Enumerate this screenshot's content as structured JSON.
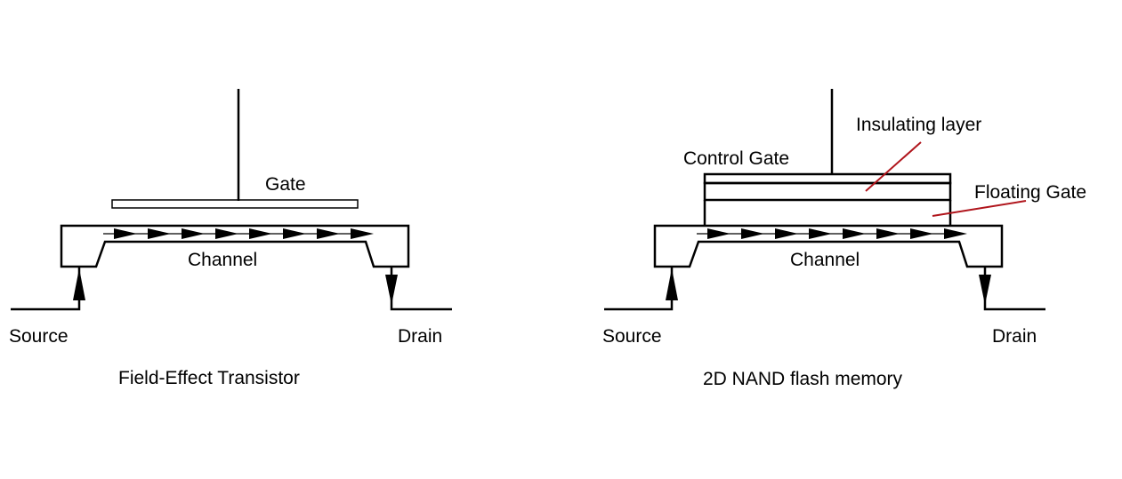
{
  "colors": {
    "line": "#000000",
    "annotation_line": "#b0151c",
    "background": "#ffffff"
  },
  "fet": {
    "title": "Field-Effect Transistor",
    "gate_label": "Gate",
    "channel_label": "Channel",
    "source_label": "Source",
    "drain_label": "Drain",
    "channel_arrow_count": 8
  },
  "nand": {
    "title": "2D NAND flash memory",
    "control_gate_label": "Control Gate",
    "insulating_layer_label": "Insulating layer",
    "floating_gate_label": "Floating Gate",
    "channel_label": "Channel",
    "source_label": "Source",
    "drain_label": "Drain",
    "channel_arrow_count": 8
  }
}
